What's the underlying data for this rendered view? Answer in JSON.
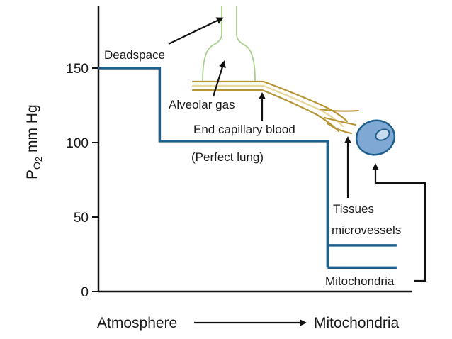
{
  "chart_data": {
    "type": "line",
    "title": "",
    "ylabel": {
      "main": "P",
      "sub": "O",
      "sub_digit": "2",
      "rest": " mm Hg"
    },
    "ylim": [
      0,
      190
    ],
    "yticks": [
      0,
      50,
      100,
      150
    ],
    "x_start_label": "Atmosphere",
    "x_end_label": "Mitochondria",
    "grid": false,
    "series": [
      {
        "steps": [
          {
            "x_from": 0.0,
            "x_to": 0.195,
            "y": 150
          },
          {
            "x_from": 0.195,
            "x_to": 0.73,
            "y": 101
          },
          {
            "x_from": 0.73,
            "x_to": 0.74,
            "y": 16
          }
        ],
        "branches": [
          {
            "x_from": 0.73,
            "x_to": 0.95,
            "y": 31
          },
          {
            "x_from": 0.73,
            "x_to": 0.95,
            "y": 16
          }
        ]
      }
    ],
    "annotations": [
      "Deadspace",
      "Alveolar gas",
      "End capillary blood",
      "(Perfect lung)",
      "Tissues",
      "microvessels",
      "Mitochondria"
    ],
    "colors": {
      "step_line": "#1f5f8b",
      "airway": "#a8cf8c",
      "capillary": "#b79534",
      "capillary_light": "#e8d8a0",
      "cell_fill": "#7fa8d4",
      "cell_stroke": "#1f5f8b",
      "axis": "#111111"
    }
  }
}
